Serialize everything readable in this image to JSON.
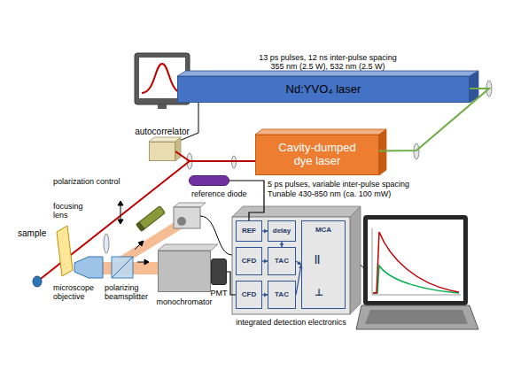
{
  "diagram": {
    "nodes": [
      {
        "text": [
          "Nd:YVO₄ laser"
        ]
      },
      {
        "text": [
          "Cavity-dumped dye laser"
        ]
      },
      {
        "text": [
          "autocorrelator"
        ]
      },
      {
        "text": [
          "reference diode"
        ]
      },
      {
        "text": [
          "integrated detection electronics"
        ]
      },
      {
        "text": [
          "REF"
        ],
        "in": 4
      },
      {
        "text": [
          "delay"
        ],
        "in": 4
      },
      {
        "text": [
          "CFD"
        ],
        "in": 4
      },
      {
        "text": [
          "TAC"
        ],
        "in": 4
      },
      {
        "text": [
          "CFD"
        ],
        "in": 4
      },
      {
        "text": [
          "TAC"
        ],
        "in": 4
      },
      {
        "text": [
          "MCA"
        ],
        "in": 4
      },
      {
        "text": [
          "monochromator"
        ]
      },
      {
        "text": [
          "PMT"
        ]
      }
    ],
    "edges": [
      {
        "from": 0,
        "to": 1,
        "arrow": "none"
      },
      {
        "from": 1,
        "to": 2,
        "arrow": "none"
      },
      {
        "from": 3,
        "to": 5,
        "arrow": "none"
      },
      {
        "from": 5,
        "to": 6,
        "arrow": "to"
      },
      {
        "from": 6,
        "to": 8,
        "arrow": "to"
      },
      {
        "from": 7,
        "to": 8,
        "arrow": "to"
      },
      {
        "from": 9,
        "to": 10,
        "arrow": "to"
      },
      {
        "from": 8,
        "to": 11,
        "arrow": "to"
      },
      {
        "from": 10,
        "to": 11,
        "arrow": "to"
      },
      {
        "from": 13,
        "to": 9,
        "arrow": "none"
      }
    ],
    "labels": [
      "13 ps pulses, 12 ns inter-pulse spacing",
      "355 nm (2.5 W), 532 nm (2.5 W)",
      "5 ps pulses, variable inter-pulse spacing",
      "Tunable 430-850 nm (ca. 100 mW)",
      "focusing lens",
      "polarization control",
      "sample",
      "microscope objective",
      "polarizing beamsplitter",
      "||",
      "⊥"
    ]
  }
}
